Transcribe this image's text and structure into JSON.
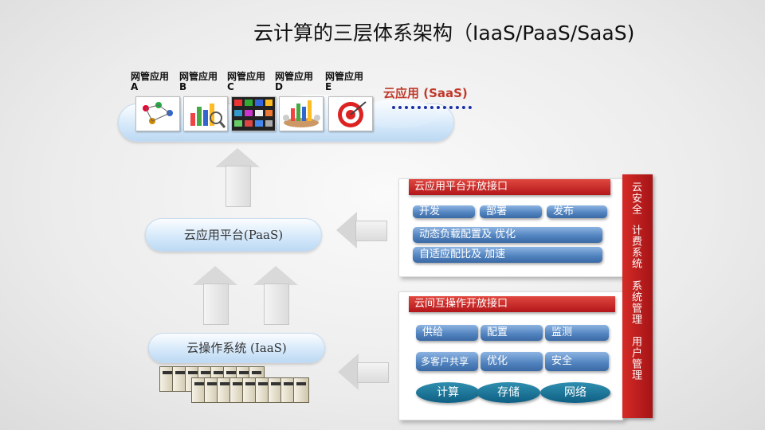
{
  "title": "云计算的三层体系架构（IaaS/PaaS/SaaS)",
  "apps": [
    {
      "label_1": "网管应用",
      "label_2": "A"
    },
    {
      "label_1": "网管应用",
      "label_2": "B"
    },
    {
      "label_1": "网管应用",
      "label_2": "C"
    },
    {
      "label_1": "网管应用",
      "label_2": "D"
    },
    {
      "label_1": "网管应用",
      "label_2": "E"
    }
  ],
  "saas_label": "云应用 (SaaS)",
  "paas_label": "云应用平台(PaaS)",
  "iaas_label": "云操作系统 (IaaS)",
  "platform_panel": {
    "header": "云应用平台开放接口",
    "buttons": [
      "开发",
      "部署",
      "发布"
    ],
    "rows": [
      "动态负载配置及 优化",
      "自适应配比及 加速"
    ]
  },
  "interop_panel": {
    "header": "云间互操作开放接口",
    "row1": [
      "供给",
      "配置",
      "监测"
    ],
    "row2": [
      "多客户共享",
      "优化",
      "安全"
    ],
    "row3": [
      "计算",
      "存储",
      "网络"
    ]
  },
  "sidebar": [
    "云安全",
    "计费系统",
    "系统管理",
    "用户管理"
  ],
  "colors": {
    "accent_red": "#c0392b",
    "pill_blue": "#4f81bd",
    "oval_teal": "#0e5f83"
  }
}
